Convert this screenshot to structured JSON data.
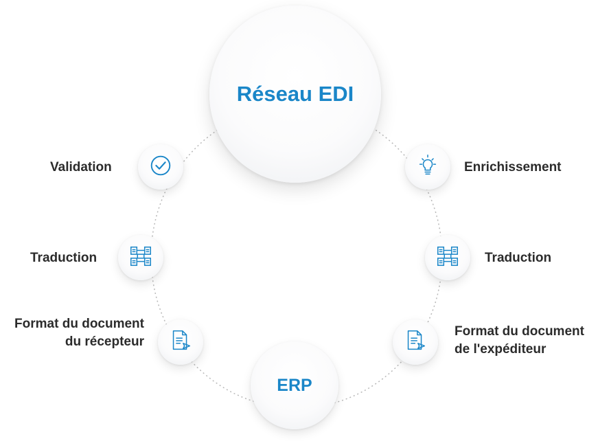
{
  "center": {
    "title": "Réseau EDI"
  },
  "bottom": {
    "title": "ERP"
  },
  "nodes": {
    "validation": {
      "label": "Validation",
      "icon": "checkmark-circle-icon"
    },
    "traduction_left": {
      "label": "Traduction",
      "icon": "document-mapping-icon"
    },
    "format_recepteur": {
      "label_line1": "Format du document",
      "label_line2": "du récepteur",
      "icon": "document-send-icon"
    },
    "enrichissement": {
      "label": "Enrichissement",
      "icon": "lightbulb-icon"
    },
    "traduction_right": {
      "label": "Traduction",
      "icon": "document-mapping-icon"
    },
    "format_expediteur": {
      "label_line1": "Format du document",
      "label_line2": "de l'expéditeur",
      "icon": "document-send-icon"
    }
  },
  "colors": {
    "accent": "#1a86c8",
    "text": "#2b2b2b",
    "dotted": "#b8b8b8"
  }
}
